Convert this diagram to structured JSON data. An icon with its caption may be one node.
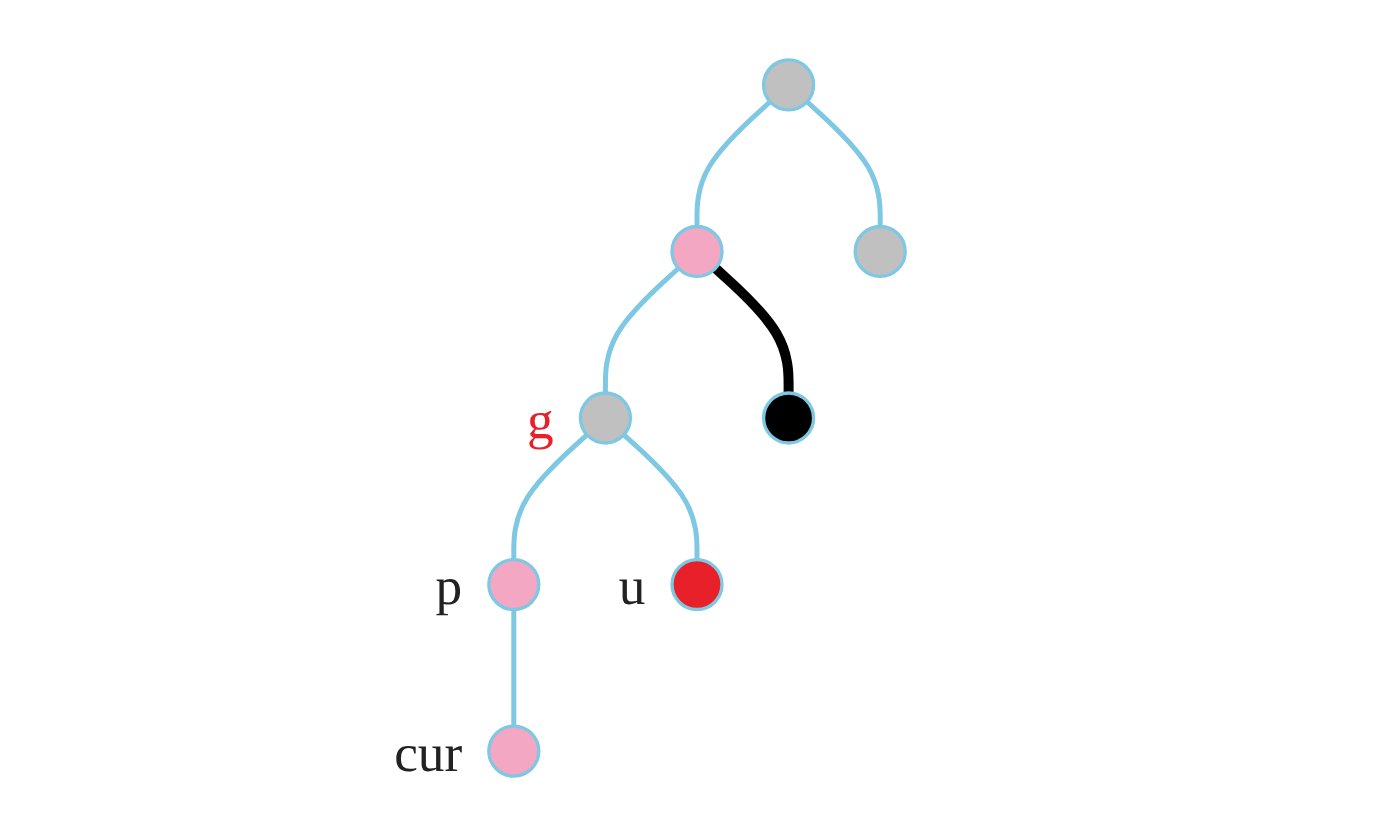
{
  "diagram": {
    "nodes": [
      {
        "text": [],
        "shape": "circle"
      },
      {
        "text": [],
        "shape": "circle"
      },
      {
        "text": [],
        "shape": "circle"
      },
      {
        "text": [],
        "shape": "circle",
        "beside": [
          "g"
        ]
      },
      {
        "text": [],
        "shape": "circle"
      },
      {
        "text": [],
        "shape": "circle",
        "beside": [
          "p"
        ]
      },
      {
        "text": [],
        "shape": "circle",
        "beside": [
          "u"
        ]
      },
      {
        "text": [],
        "shape": "circle",
        "beside": [
          "cur"
        ]
      }
    ],
    "edges": [
      {
        "from": 0,
        "to": 1,
        "arrow": "none"
      },
      {
        "from": 0,
        "to": 2,
        "arrow": "none"
      },
      {
        "from": 1,
        "to": 3,
        "arrow": "none"
      },
      {
        "from": 1,
        "to": 4,
        "arrow": "none",
        "style": "thick",
        "color": "#000000"
      },
      {
        "from": 3,
        "to": 5,
        "arrow": "none"
      },
      {
        "from": 3,
        "to": 6,
        "arrow": "none"
      },
      {
        "from": 5,
        "to": 7,
        "arrow": "none"
      }
    ]
  }
}
